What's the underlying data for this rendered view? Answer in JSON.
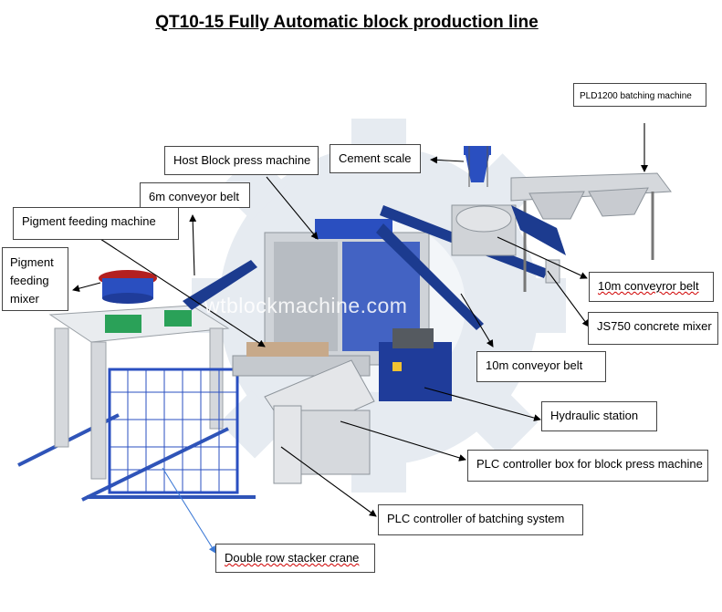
{
  "title": "QT10-15 Fully Automatic block production line",
  "watermark": "wtblockmachine.com",
  "labels": {
    "pld1200": "PLD1200 batching machine",
    "cement_scale": "Cement scale",
    "host_block_press": "Host Block press machine",
    "six_m_conveyor": "6m conveyor belt",
    "pigment_feeding_machine": "Pigment feeding machine",
    "pigment_feeding_mixer": "Pigment feeding mixer",
    "ten_m_conveyor_top": "10m conveyror belt",
    "js750": "JS750 concrete mixer",
    "ten_m_conveyor": "10m conveyor belt",
    "hydraulic_station": "Hydraulic station",
    "plc_block_press": "PLC controller box for block press machine",
    "plc_batching": "PLC controller of batching system",
    "double_row_stacker": "Double row stacker crane"
  },
  "colors": {
    "machine_blue": "#1a3e9c",
    "frame_grey": "#c9ccd0",
    "mixer_red": "#b32020",
    "watermark_bg": "#e6ebf1"
  }
}
